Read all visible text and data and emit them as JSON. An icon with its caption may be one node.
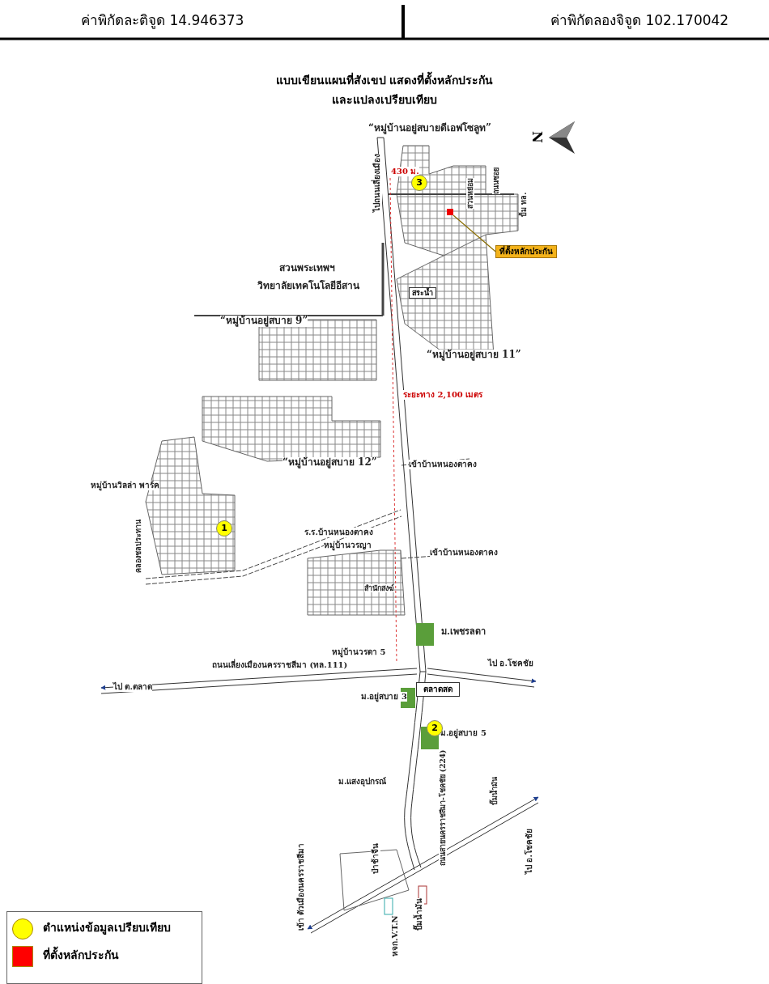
{
  "diagram": {
    "title": "แบบเขียนแผนที่สังเขป แสดงที่ตั้งหลักประกันและแปลงเปรียบเทียบ",
    "nodes": [
      {
        "text": [
          "ที่ตั้งหลักประกัน"
        ]
      },
      {
        "text": [],
        "shape": "box"
      },
      {
        "text": [
          "3"
        ]
      },
      {
        "text": [
          "1"
        ]
      },
      {
        "text": [
          "2"
        ]
      },
      {
        "text": [
          "ตลาดสด"
        ]
      },
      {
        "text": [
          "สระน้ำ"
        ]
      }
    ],
    "edges": [
      {
        "from": 0,
        "to": 1,
        "arrow": "none"
      }
    ],
    "labels": [
      "ค่าพิกัดละติจูด 14.946373",
      "ค่าพิกัดลองจิจูด 102.170042",
      "N",
      "“หมู่บ้านอยู่สบายดีเอฟโซลูท”",
      "ไปถนนเลี่ยงเมือง",
      "430 ม.",
      "สวนหย่อม",
      "ถนนซอย",
      "ปั้ม ทล.",
      "สวนพระเทพฯ",
      "วิทยาลัยเทคโนโลยีอีสาน",
      "“หมู่บ้านอยู่สบาย 9”",
      "“หมู่บ้านอยู่สบาย 11”",
      "ระยะทาง 2,100 เมตร",
      "“หมู่บ้านอยู่สบาย 12”",
      "เข้าบ้านหนองตาคง",
      "หมู่บ้านวิลล่า พาร์ค",
      "คลองชลประทาน",
      "ร.ร.บ้านหนองตาคง",
      "หมู่บ้านวรญา",
      "เข้าบ้านหนองตาคง",
      "สำนักสงฆ์",
      "ม.เพชรลดา",
      "หมู่บ้านวรดา 5",
      "ไป ต.ตลาด",
      "ถนนเลี่ยงเมืองนครราชสีมา (ทล.111)",
      "ไป อ.โชคชัย",
      "ม.อยู่สบาย 3",
      "ม.อยู่สบาย 5",
      "ม.แสงอุปกรณ์",
      "ถนนสายนครราชสีมา-โชคชัย (224)",
      "ปั๊มน้ำมัน",
      "ไป อ.โชคชัย",
      "เข้า ตัวเมืองนครราชสีมา",
      "ป่าช้าจีน",
      "หจก.V.T.N",
      "ปั๊มน้ำมัน"
    ],
    "legend": [
      {
        "text": "ตำแหน่งข้อมูลเปรียบเทียบ",
        "color": "#ffff00"
      },
      {
        "text": "ที่ตั้งหลักประกัน",
        "color": "#ff0000"
      }
    ]
  }
}
